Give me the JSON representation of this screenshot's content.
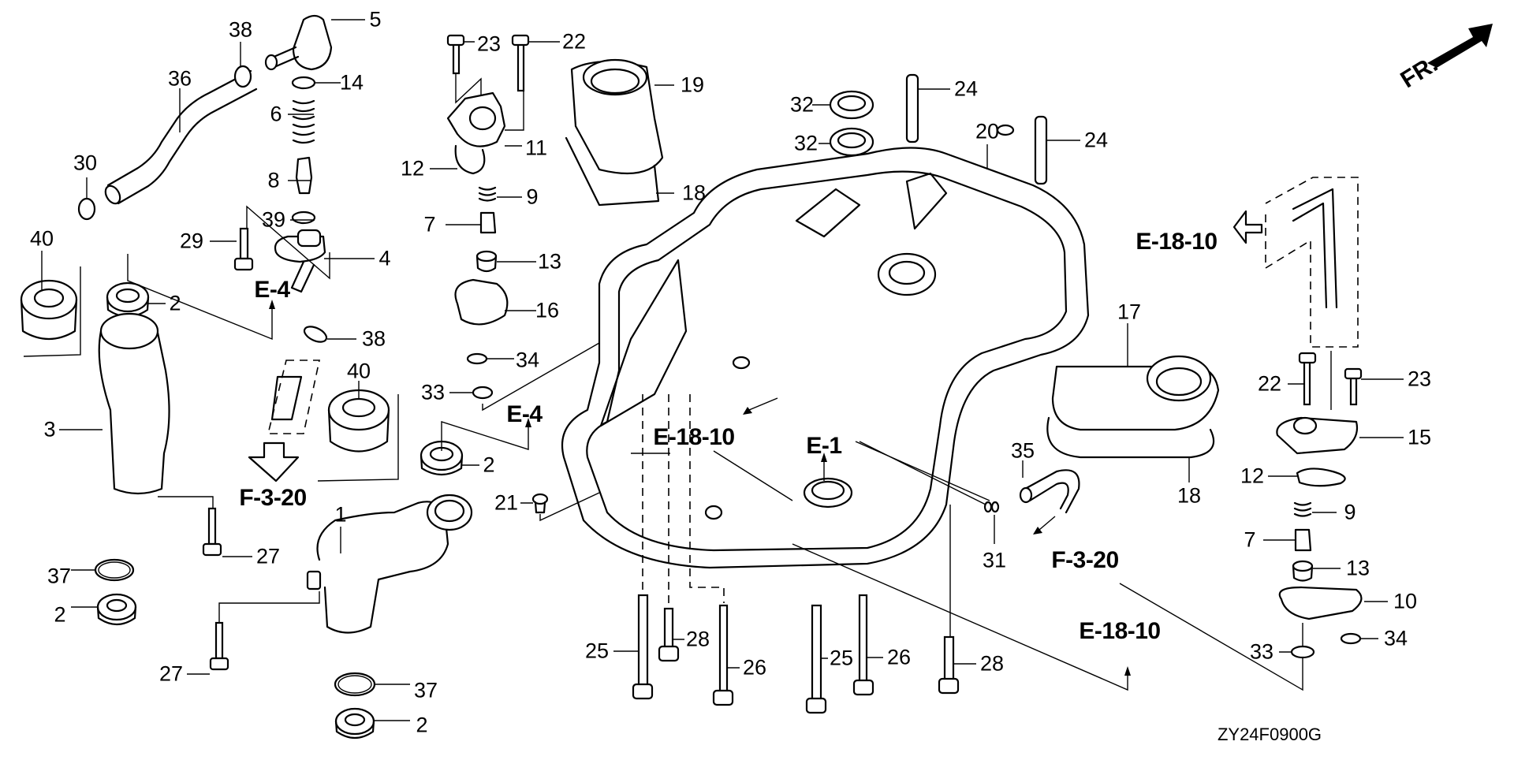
{
  "diagram": {
    "type": "exploded-parts-diagram",
    "diagram_code": "ZY24F0900G",
    "direction_indicator": "FR.",
    "part_labels": [
      {
        "id": "5",
        "text": "5"
      },
      {
        "id": "38a",
        "text": "38"
      },
      {
        "id": "14",
        "text": "14"
      },
      {
        "id": "36",
        "text": "36"
      },
      {
        "id": "6",
        "text": "6"
      },
      {
        "id": "30",
        "text": "30"
      },
      {
        "id": "8",
        "text": "8"
      },
      {
        "id": "39",
        "text": "39"
      },
      {
        "id": "29",
        "text": "29"
      },
      {
        "id": "4",
        "text": "4"
      },
      {
        "id": "40a",
        "text": "40"
      },
      {
        "id": "2a",
        "text": "2"
      },
      {
        "id": "38b",
        "text": "38"
      },
      {
        "id": "40b",
        "text": "40"
      },
      {
        "id": "3",
        "text": "3"
      },
      {
        "id": "2b",
        "text": "2"
      },
      {
        "id": "27a",
        "text": "27"
      },
      {
        "id": "1",
        "text": "1"
      },
      {
        "id": "37a",
        "text": "37"
      },
      {
        "id": "2c",
        "text": "2"
      },
      {
        "id": "27b",
        "text": "27"
      },
      {
        "id": "37b",
        "text": "37"
      },
      {
        "id": "2d",
        "text": "2"
      },
      {
        "id": "23a",
        "text": "23"
      },
      {
        "id": "22a",
        "text": "22"
      },
      {
        "id": "19",
        "text": "19"
      },
      {
        "id": "11",
        "text": "11"
      },
      {
        "id": "12a",
        "text": "12"
      },
      {
        "id": "18a",
        "text": "18"
      },
      {
        "id": "9a",
        "text": "9"
      },
      {
        "id": "7a",
        "text": "7"
      },
      {
        "id": "13a",
        "text": "13"
      },
      {
        "id": "16",
        "text": "16"
      },
      {
        "id": "34a",
        "text": "34"
      },
      {
        "id": "33a",
        "text": "33"
      },
      {
        "id": "21",
        "text": "21"
      },
      {
        "id": "32a",
        "text": "32"
      },
      {
        "id": "32b",
        "text": "32"
      },
      {
        "id": "24a",
        "text": "24"
      },
      {
        "id": "24b",
        "text": "24"
      },
      {
        "id": "20",
        "text": "20"
      },
      {
        "id": "17",
        "text": "17"
      },
      {
        "id": "35",
        "text": "35"
      },
      {
        "id": "31",
        "text": "31"
      },
      {
        "id": "18b",
        "text": "18"
      },
      {
        "id": "22b",
        "text": "22"
      },
      {
        "id": "23b",
        "text": "23"
      },
      {
        "id": "15",
        "text": "15"
      },
      {
        "id": "12b",
        "text": "12"
      },
      {
        "id": "9b",
        "text": "9"
      },
      {
        "id": "7b",
        "text": "7"
      },
      {
        "id": "13b",
        "text": "13"
      },
      {
        "id": "10",
        "text": "10"
      },
      {
        "id": "34b",
        "text": "34"
      },
      {
        "id": "33b",
        "text": "33"
      },
      {
        "id": "25a",
        "text": "25"
      },
      {
        "id": "28a",
        "text": "28"
      },
      {
        "id": "26a",
        "text": "26"
      },
      {
        "id": "25b",
        "text": "25"
      },
      {
        "id": "26b",
        "text": "26"
      },
      {
        "id": "28b",
        "text": "28"
      }
    ],
    "section_refs": [
      {
        "id": "ref-e4-left",
        "text": "E-4"
      },
      {
        "id": "ref-f320-left",
        "text": "F-3-20"
      },
      {
        "id": "ref-e4-mid",
        "text": "E-4"
      },
      {
        "id": "ref-e1810-mid",
        "text": "E-18-10"
      },
      {
        "id": "ref-e1",
        "text": "E-1"
      },
      {
        "id": "ref-e1810-right",
        "text": "E-18-10"
      },
      {
        "id": "ref-f320-right",
        "text": "F-3-20"
      },
      {
        "id": "ref-e1810-bottom",
        "text": "E-18-10"
      }
    ]
  }
}
